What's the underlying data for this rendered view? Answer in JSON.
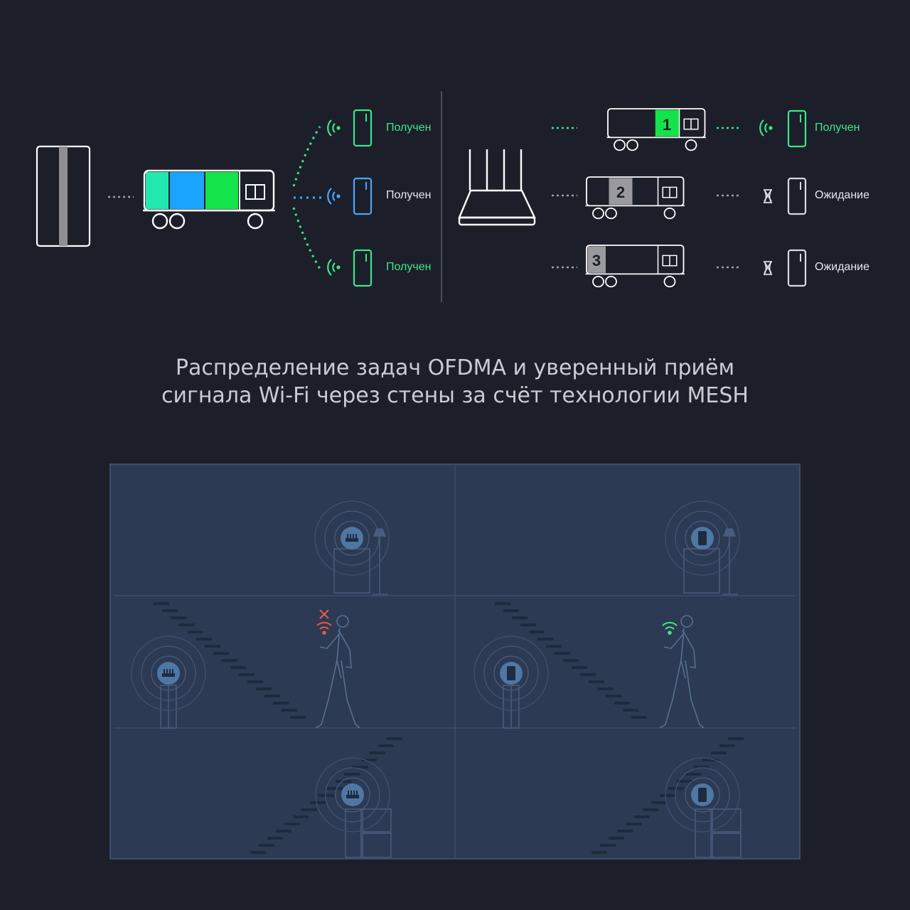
{
  "top": {
    "left_scenario": {
      "statuses": [
        "Получен",
        "Получен",
        "Получен"
      ]
    },
    "right_scenario": {
      "truck_numbers": [
        "1",
        "2",
        "3"
      ],
      "statuses": [
        "Получен",
        "Ожидание",
        "Ожидание"
      ]
    }
  },
  "caption": {
    "line1": "Распределение задач OFDMA и уверенный приём",
    "line2": "сигнала Wi-Fi через стены за счёт технологии MESH"
  },
  "colors": {
    "background": "#1c1f2a",
    "received_green": "#3ee58a",
    "packet_blue": "#1aa3ff",
    "packet_green": "#14e34a",
    "packet_cyan": "#22e8b0",
    "error_red": "#e05a4e",
    "panel_bg": "#2c3a53",
    "device_blue": "#4f77a4"
  },
  "icons": {
    "router_left": "router-icon",
    "mesh_node": "mesh-node-icon",
    "phone": "smartphone-icon",
    "wifi": "wifi-signal-icon",
    "hourglass": "hourglass-icon",
    "no_signal": "close-icon"
  }
}
